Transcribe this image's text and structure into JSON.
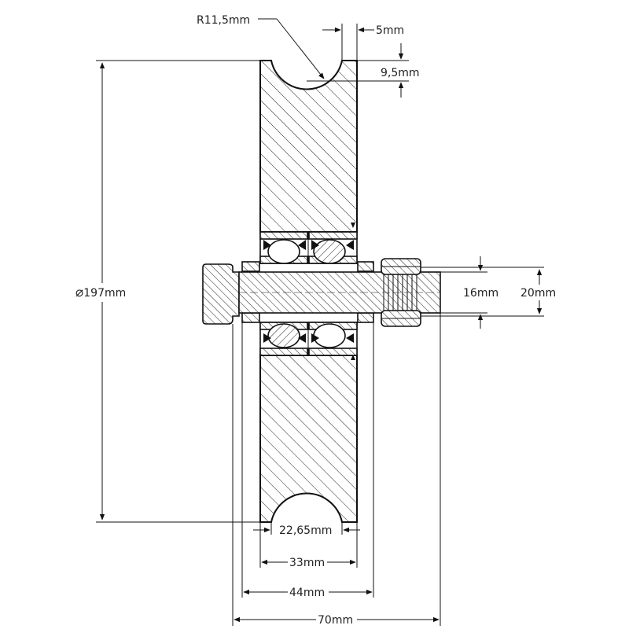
{
  "title": "Grooved wheel with double ball bearings – sectional drawing",
  "dimensions": {
    "groove_radius": "R11,5mm",
    "rim_width": "5mm",
    "groove_depth": "9,5mm",
    "outer_diameter": "197mm",
    "axle_diameter": "16mm",
    "nut_width": "20mm",
    "groove_width": "22,65mm",
    "wheel_width": "33mm",
    "hub_width": "44mm",
    "overall_width": "70mm"
  },
  "colors": {
    "line": "#111111",
    "background": "#ffffff"
  }
}
